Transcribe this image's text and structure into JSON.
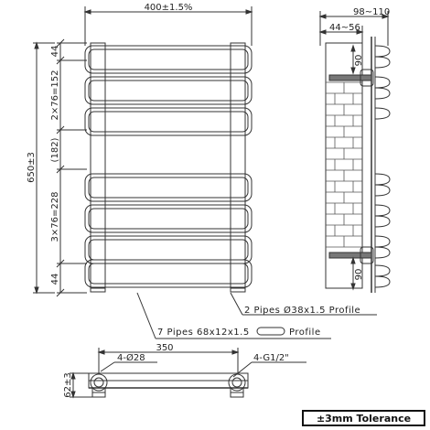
{
  "front": {
    "width": "400±1.5%",
    "height": "650±3",
    "top_gap": "44",
    "group1_spacing": "2×76=152",
    "middle_gap": "(182)",
    "group2_spacing": "3×76=228",
    "bottom_gap": "44"
  },
  "side": {
    "overall_depth": "98~110",
    "body_depth": "44~56",
    "bracket_top": "90",
    "bracket_bottom": "90"
  },
  "callouts": {
    "pipes": "2 Pipes Ø38x1.5 Profile",
    "flat_tubes_prefix": "7 Pipes 68x12x1.5",
    "flat_tubes_suffix": "Profile"
  },
  "bottom": {
    "centers": "350",
    "holes": "4-Ø28",
    "threads": "4-G1/2\"",
    "height": "62±3"
  },
  "tolerance": "±3mm Tolerance"
}
